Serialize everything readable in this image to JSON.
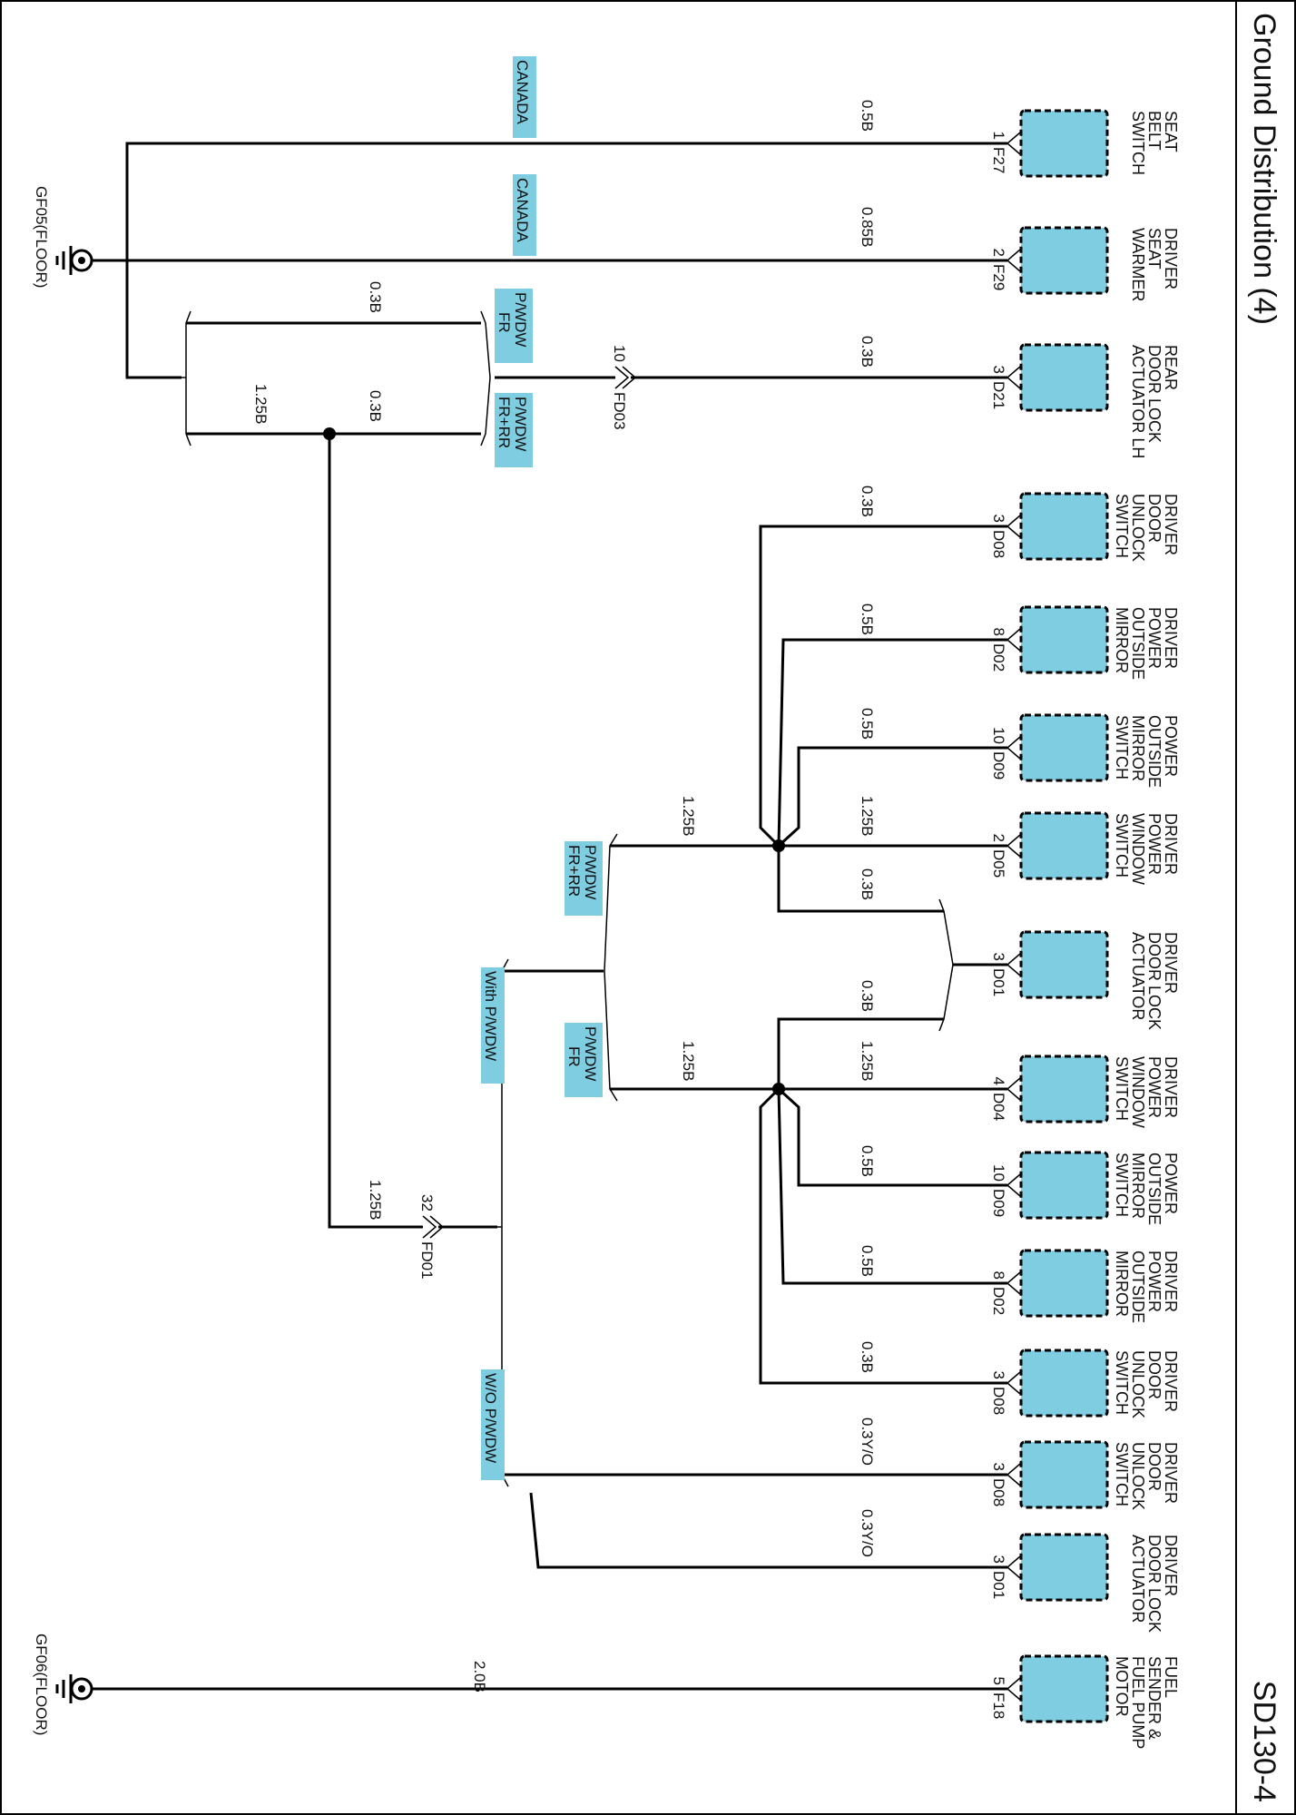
{
  "title": "Ground Distribution (4)",
  "page_code": "SD130-4",
  "grounds": [
    {
      "label": "GF05(FLOOR)"
    },
    {
      "label": "GF06(FLOOR)"
    }
  ],
  "components": [
    {
      "id": "c1",
      "lines": [
        "SEAT",
        "BELT",
        "SWITCH"
      ],
      "pin": "1",
      "connector": "F27"
    },
    {
      "id": "c2",
      "lines": [
        "DRIVER",
        "SEAT",
        "WARMER"
      ],
      "pin": "2",
      "connector": "F29"
    },
    {
      "id": "c3",
      "lines": [
        "REAR",
        "DOOR LOCK",
        "ACTUATOR LH"
      ],
      "pin": "3",
      "connector": "D21"
    },
    {
      "id": "c4",
      "lines": [
        "DRIVER",
        "DOOR",
        "UNLOCK",
        "SWITCH"
      ],
      "pin": "3",
      "connector": "D08"
    },
    {
      "id": "c5",
      "lines": [
        "DRIVER",
        "POWER",
        "OUTSIDE",
        "MIRROR"
      ],
      "pin": "8",
      "connector": "D02"
    },
    {
      "id": "c6",
      "lines": [
        "POWER",
        "OUTSIDE",
        "MIRROR",
        "SWITCH"
      ],
      "pin": "10",
      "connector": "D09"
    },
    {
      "id": "c7",
      "lines": [
        "DRIVER",
        "POWER",
        "WINDOW",
        "SWITCH"
      ],
      "pin": "2",
      "connector": "D05"
    },
    {
      "id": "c8",
      "lines": [
        "DRIVER",
        "DOOR LOCK",
        "ACTUATOR"
      ],
      "pin": "3",
      "connector": "D01"
    },
    {
      "id": "c9",
      "lines": [
        "DRIVER",
        "POWER",
        "WINDOW",
        "SWITCH"
      ],
      "pin": "4",
      "connector": "D04"
    },
    {
      "id": "c10",
      "lines": [
        "POWER",
        "OUTSIDE",
        "MIRROR",
        "SWITCH"
      ],
      "pin": "10",
      "connector": "D09"
    },
    {
      "id": "c11",
      "lines": [
        "DRIVER",
        "POWER",
        "OUTSIDE",
        "MIRROR"
      ],
      "pin": "8",
      "connector": "D02"
    },
    {
      "id": "c12",
      "lines": [
        "DRIVER",
        "DOOR",
        "UNLOCK",
        "SWITCH"
      ],
      "pin": "3",
      "connector": "D08"
    },
    {
      "id": "c13",
      "lines": [
        "DRIVER",
        "DOOR",
        "UNLOCK",
        "SWITCH"
      ],
      "pin": "3",
      "connector": "D08"
    },
    {
      "id": "c14",
      "lines": [
        "DRIVER",
        "DOOR LOCK",
        "ACTUATOR"
      ],
      "pin": "3",
      "connector": "D01"
    },
    {
      "id": "c15",
      "lines": [
        "FUEL",
        "SENDER &",
        "FUEL PUMP",
        "MOTOR"
      ],
      "pin": "5",
      "connector": "F18"
    }
  ],
  "wire_labels": {
    "w1": "0.5B",
    "w2": "0.85B",
    "w3": "0.3B",
    "w4": "0.3B",
    "w5": "0.5B",
    "w6": "0.5B",
    "w7": "1.25B",
    "w8": "0.3B",
    "w9": "0.3B",
    "w10": "1.25B",
    "w11": "0.5B",
    "w12": "0.5B",
    "w13": "0.3B",
    "w14": "0.3Y/O",
    "w15": "0.3Y/O",
    "w16": "2.0B",
    "w17": "1.25B",
    "w18": "1.25B",
    "w19": "1.25B",
    "w20": "0.3B",
    "w21": "1.25B",
    "w22": "0.3B"
  },
  "option_labels": {
    "o1": "CANADA",
    "o2": "CANADA",
    "o3": [
      "P/WDW",
      "FR"
    ],
    "o4": [
      "P/WDW",
      "FR+RR"
    ],
    "o5": [
      "P/WDW",
      "FR+RR"
    ],
    "o6": [
      "P/WDW",
      "FR"
    ],
    "o7": "With P/WDW",
    "o8": "W/O P/WDW"
  },
  "inline_connectors": [
    {
      "pin": "10",
      "connector": "FD03"
    },
    {
      "pin": "32",
      "connector": "FD01"
    }
  ]
}
